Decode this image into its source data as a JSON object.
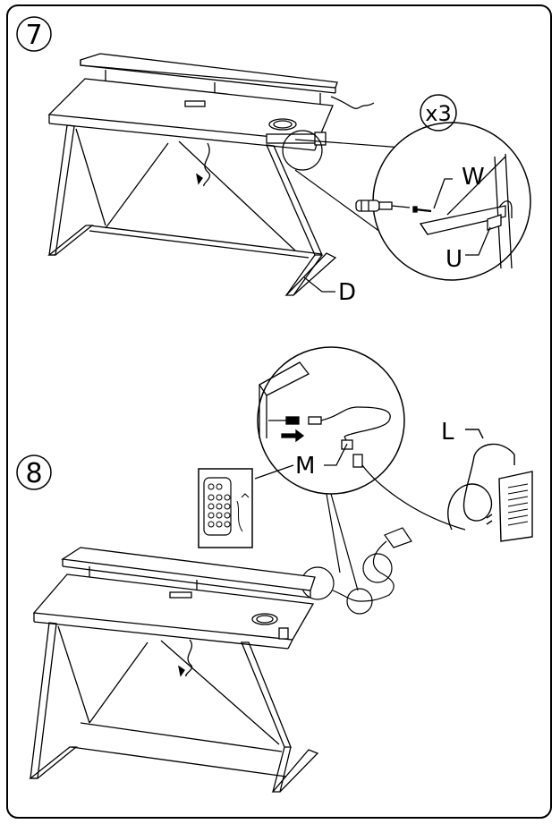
{
  "step7": {
    "number": "7",
    "quantity": "x3",
    "labels": {
      "screw": "W",
      "bracket": "U",
      "leg": "D"
    }
  },
  "step8": {
    "number": "8",
    "labels": {
      "remote": "M",
      "adapter": "L"
    }
  }
}
